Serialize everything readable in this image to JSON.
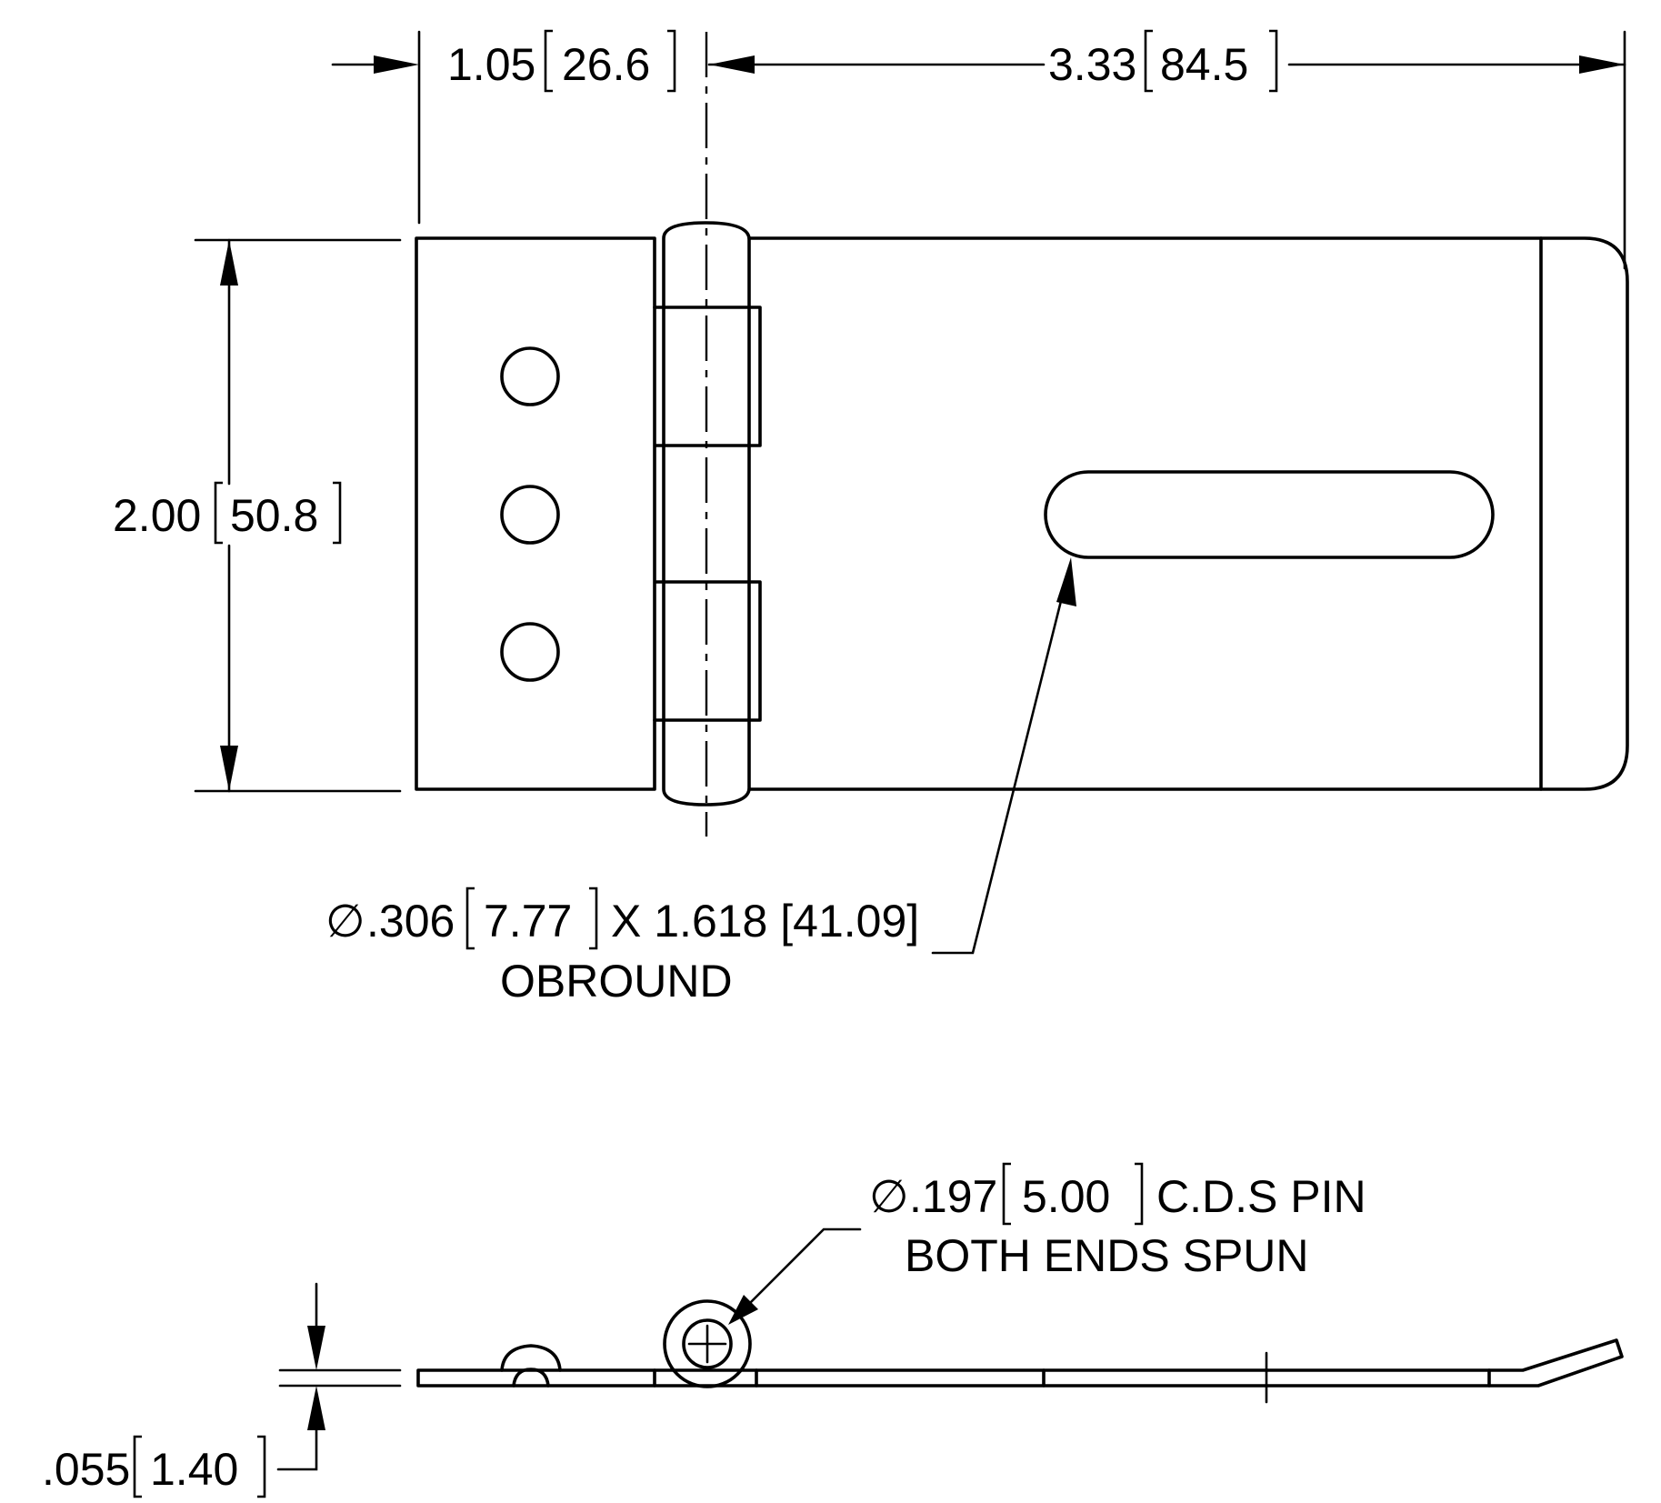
{
  "dimensions": {
    "hinge_offset": "1.05",
    "hinge_offset_mm": "26.6",
    "leaf_length": "3.33",
    "leaf_length_mm": "84.5",
    "height": "2.00",
    "height_mm": "50.8",
    "thickness": ".055",
    "thickness_mm": "1.40"
  },
  "notes": {
    "obround_dia": ".306",
    "obround_dia_mm": "7.77",
    "obround_rest": "X 1.618 [41.09]",
    "obround_label": "OBROUND",
    "pin_dia": ".197",
    "pin_dia_mm": "5.00",
    "pin_rest": "C.D.S PIN",
    "pin_line2": "BOTH ENDS SPUN",
    "diameter_symbol": "∅"
  }
}
